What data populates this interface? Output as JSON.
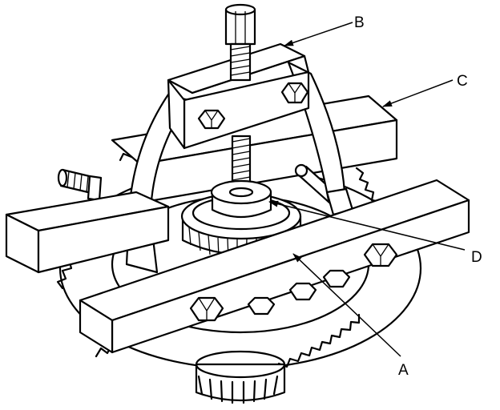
{
  "callouts": {
    "a": "A",
    "b": "B",
    "c": "C",
    "d": "D"
  },
  "colors": {
    "ink": "#000000",
    "paper": "#ffffff"
  }
}
